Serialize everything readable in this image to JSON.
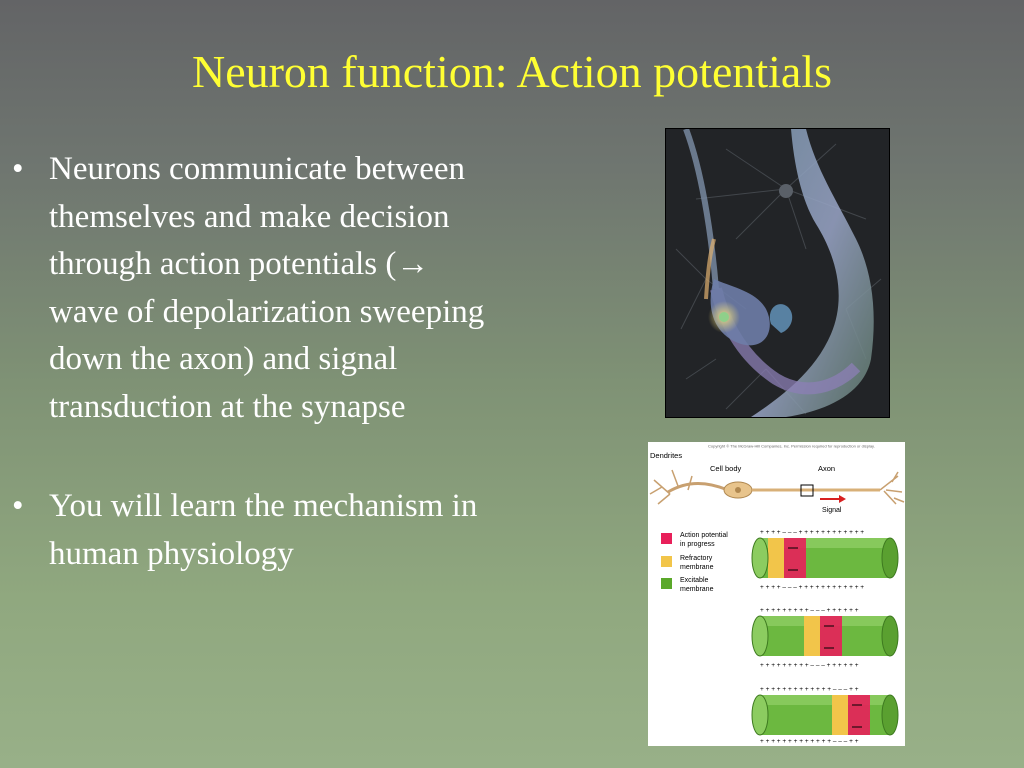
{
  "slide": {
    "title": "Neuron function: Action potentials",
    "bullets": [
      {
        "marker": "•",
        "text": "Neurons communicate between themselves and make decision through action potentials  (→ wave of depolarization sweeping down the axon) and signal transduction at the synapse"
      },
      {
        "marker": "•",
        "text": "You will learn the mechanism in human physiology"
      }
    ]
  },
  "diagram": {
    "copyright": "Copyright © The McGraw-Hill Companies, Inc. Permission required for reproduction or display.",
    "labels": {
      "dendrites": "Dendrites",
      "cell_body": "Cell body",
      "axon": "Axon",
      "signal": "Signal"
    },
    "legend": [
      {
        "line1": "Action potential",
        "line2": "in progress",
        "color": "#e8205a"
      },
      {
        "line1": "Refractory",
        "line2": "membrane",
        "color": "#f2c54a"
      },
      {
        "line1": "Excitable",
        "line2": "membrane",
        "color": "#5aa82a"
      }
    ],
    "charges": {
      "c1_top": "+ + + + – – – + + + + + + + + + + + +",
      "c1_bottom": "+ + + + – – – + + + + + + + + + + + +",
      "c2_top": "+ + + + + + + + + – – – + + + + + +",
      "c2_bottom": "+ + + + + + + + + – – – + + + + + +",
      "c3_top": "+ + + + + + + + + + + + + – – – + +",
      "c3_bottom": "+ + + + + + + + + + + + + – – – + +"
    }
  }
}
